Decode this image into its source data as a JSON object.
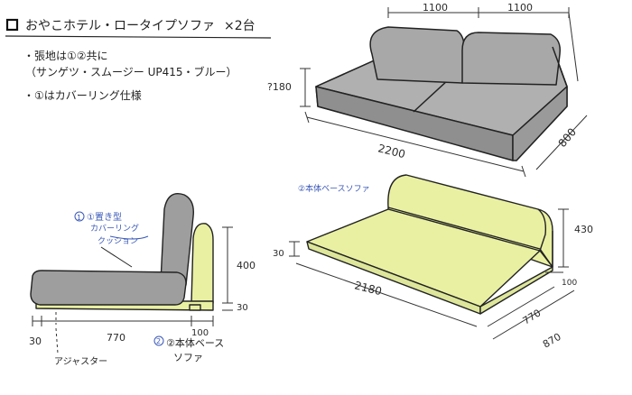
{
  "header": {
    "title": "おやこホテル・ロータイプソファ",
    "quantity": "×2台",
    "note1": "・張地は①②共に",
    "note2": "（サンゲツ・スムージー UP415・ブルー）",
    "note3": "・①はカバーリング仕様"
  },
  "top_sofa": {
    "width_left": "1100",
    "width_right": "1100",
    "height": "?180",
    "total_width": "2200",
    "depth": "800"
  },
  "base_sofa": {
    "label": "②本体ベースソファ",
    "seat_height": "30",
    "back_height": "430",
    "back_thickness": "100",
    "width": "2180",
    "seat_depth": "770",
    "total_depth": "870"
  },
  "side_view": {
    "cushion_label_line1": "①置き型",
    "cushion_label_line2": "カバーリング",
    "cushion_label_line3": "クッション",
    "back_height": "400",
    "base_height": "30",
    "left_offset": "30",
    "seat_depth": "770",
    "back_thickness": "100",
    "base_label_line1": "②本体ベース",
    "base_label_line2": "ソファ",
    "adjuster_label": "アジャスター"
  },
  "colors": {
    "gray_fill": "#9e9e9e",
    "yellow_fill": "#e9f0a2",
    "note_blue": "#3a58b8",
    "ink": "#222222"
  }
}
